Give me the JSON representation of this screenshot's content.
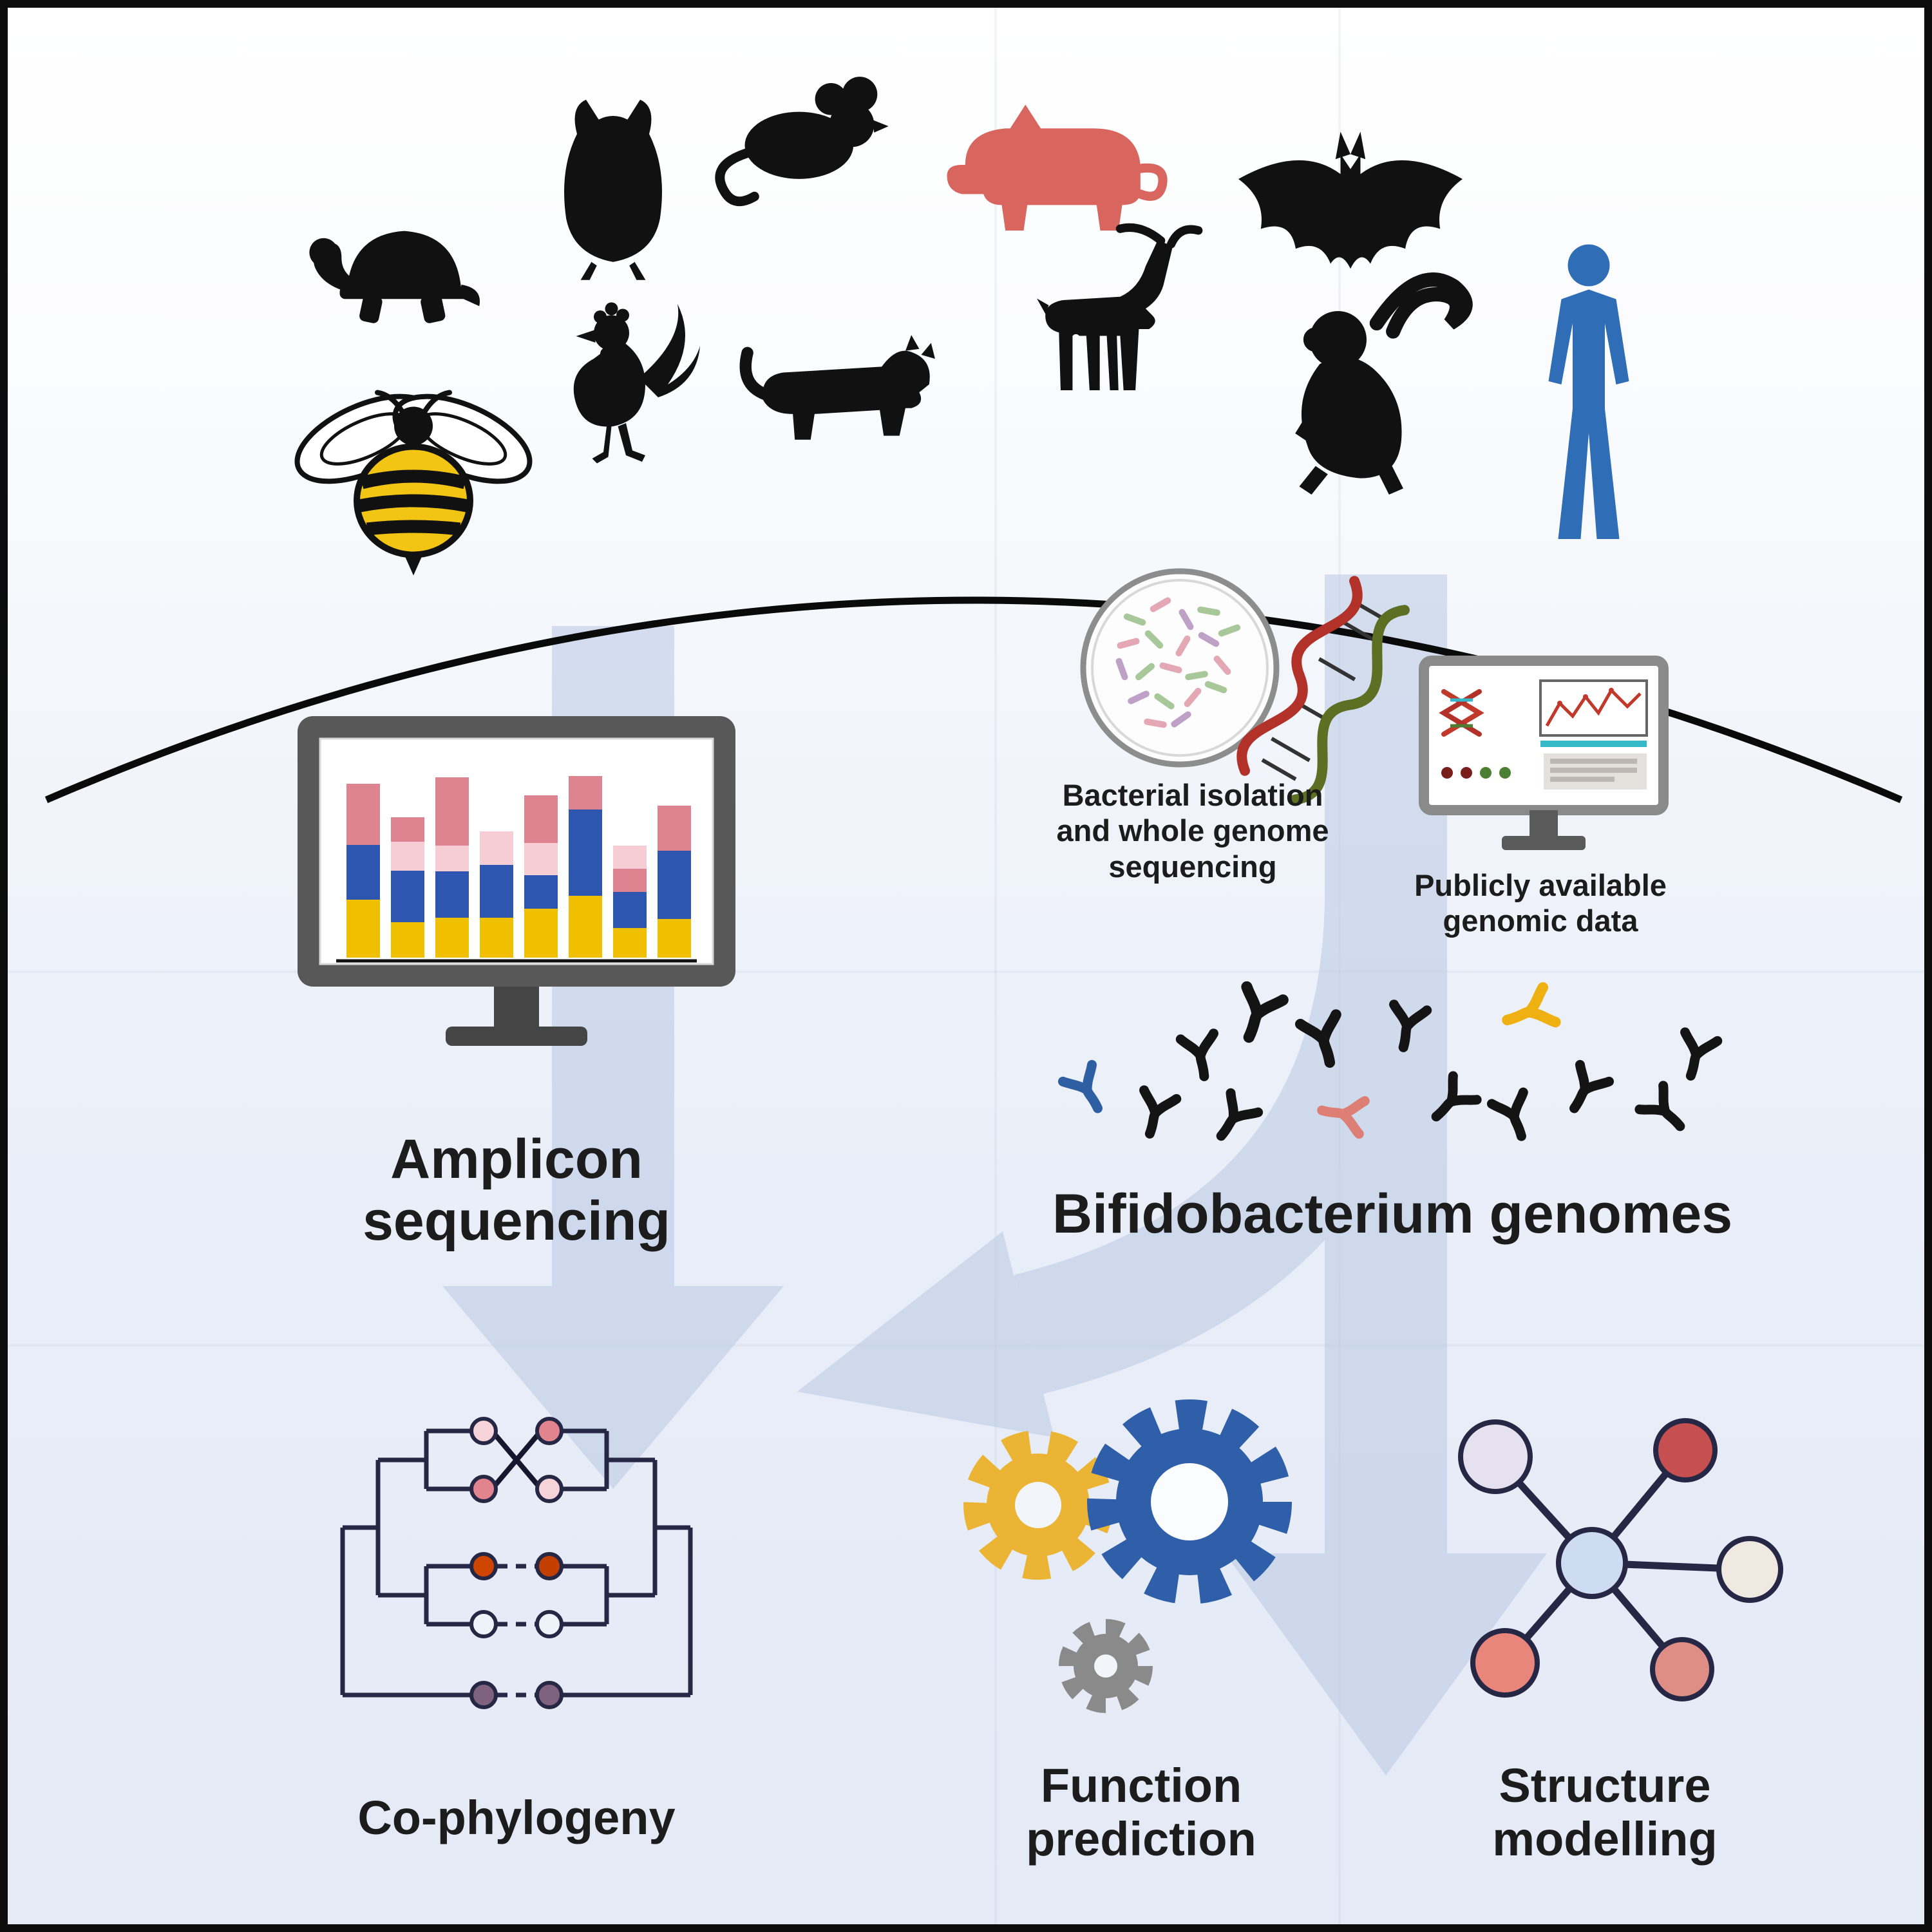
{
  "figure": {
    "type": "study-workflow-diagram"
  },
  "labels": {
    "bacterial_isolation": {
      "line1": "Bacterial isolation",
      "line2": "and whole genome",
      "line3": "sequencing"
    },
    "public_genomic_data": {
      "line1": "Publicly available",
      "line2": "genomic data"
    },
    "amplicon": {
      "line1": "Amplicon",
      "line2": "sequencing"
    },
    "bifido": {
      "label": "Bifidobacterium genomes"
    },
    "cophylogeny": {
      "label": "Co-phylogeny"
    },
    "function_prediction": {
      "line1": "Function",
      "line2": "prediction"
    },
    "structure_modelling": {
      "line1": "Structure",
      "line2": "modelling"
    }
  },
  "icons": {
    "host_animals": [
      "turtle",
      "owl",
      "mouse",
      "pig",
      "bat",
      "bee",
      "rooster",
      "tiger",
      "deer",
      "monkey",
      "human"
    ],
    "left_branch": [
      "barchart-monitor",
      "down-arrow"
    ],
    "right_branch": [
      "petri-dish",
      "dna-helix",
      "genomics-monitor",
      "bifidobacteria",
      "curved-arrow"
    ],
    "bottom": [
      "tanglegram",
      "gears",
      "molecule-network"
    ]
  },
  "colors": {
    "pig": "#d9655f",
    "human": "#2f6db6",
    "bee_yellow": "#f2c413",
    "silhouette_black": "#111111",
    "flow_arrow": "#b9c9e4",
    "bar_pink": "#dd8490",
    "bar_light_pink": "#f6cdd5",
    "bar_blue": "#2e56b0",
    "bar_yellow": "#f0c000",
    "gear_yellow": "#ecb435",
    "gear_blue": "#2f5fa8",
    "gear_gray": "#8a8a8a",
    "network_line": "#262645",
    "dna_red": "#b23128",
    "dna_olive": "#5d6f22",
    "teal_accent": "#35b8c8"
  }
}
